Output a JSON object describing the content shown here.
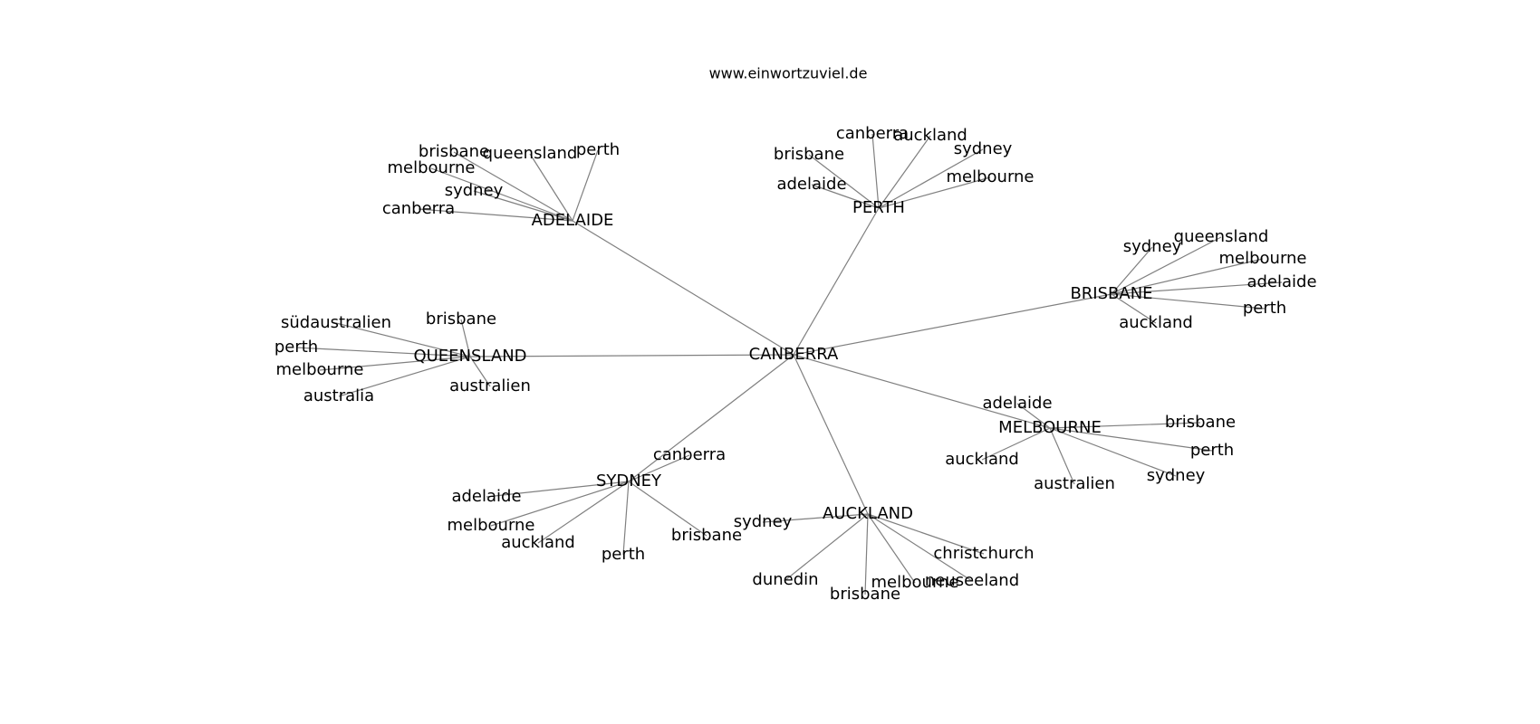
{
  "header": {
    "title": "www.einwortzuviel.de"
  },
  "graph": {
    "root": "CANBERRA",
    "hubs": [
      {
        "label": "ADELAIDE",
        "children": [
          "brisbane",
          "queensland",
          "perth",
          "melbourne",
          "sydney",
          "canberra"
        ]
      },
      {
        "label": "PERTH",
        "children": [
          "canberra",
          "auckland",
          "brisbane",
          "sydney",
          "melbourne",
          "adelaide"
        ]
      },
      {
        "label": "BRISBANE",
        "children": [
          "sydney",
          "queensland",
          "melbourne",
          "adelaide",
          "perth",
          "auckland"
        ]
      },
      {
        "label": "QUEENSLAND",
        "children": [
          "südaustralien",
          "brisbane",
          "perth",
          "melbourne",
          "australia",
          "australien"
        ]
      },
      {
        "label": "MELBOURNE",
        "children": [
          "adelaide",
          "brisbane",
          "perth",
          "auckland",
          "australien",
          "sydney"
        ]
      },
      {
        "label": "SYDNEY",
        "children": [
          "canberra",
          "adelaide",
          "melbourne",
          "auckland",
          "brisbane",
          "perth"
        ]
      },
      {
        "label": "AUCKLAND",
        "children": [
          "sydney",
          "christchurch",
          "neuseeland",
          "dunedin",
          "melbourne",
          "brisbane"
        ]
      }
    ]
  }
}
